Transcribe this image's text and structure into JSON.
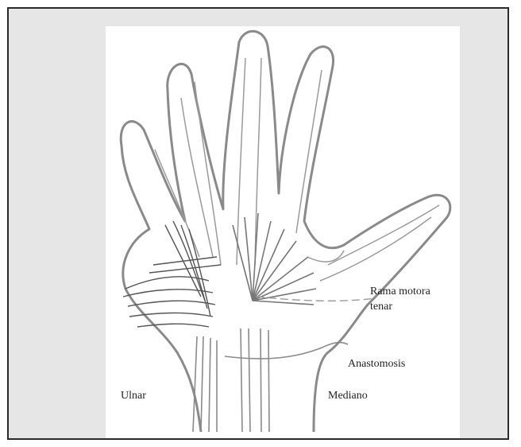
{
  "figure": {
    "labels": {
      "rama_motora_line1": "Rama motora",
      "rama_motora_line2": "tenar",
      "anastomosis": "Anastomosis",
      "ulnar": "Ulnar",
      "mediano": "Mediano"
    },
    "colors": {
      "frame_background": "#e6e6e6",
      "frame_border": "#2a2a2a",
      "plate_background": "#ffffff",
      "outline": "#8a8a8a",
      "nerve_lines": "#9a9a9a",
      "dark_hatching": "#555555"
    }
  }
}
